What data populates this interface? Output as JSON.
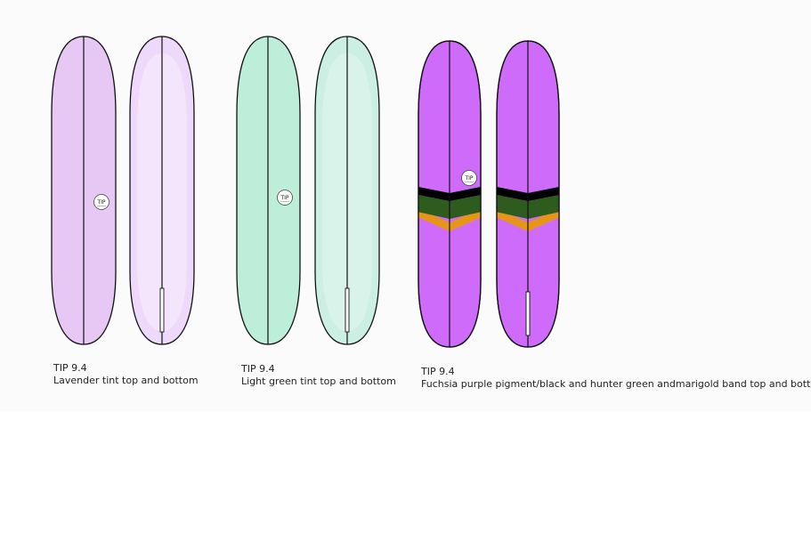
{
  "designs": [
    {
      "model": "TIP 9.4",
      "description": "Lavender tint top and bottom",
      "top_color": "#e7c8f5",
      "bottom_color": "#efd9fa",
      "bottom_inner_color": "#f4e4fc",
      "logo_text": "TIP",
      "band": null
    },
    {
      "model": "TIP 9.4",
      "description": "Light green tint top and bottom",
      "top_color": "#bdeeda",
      "bottom_color": "#ccefe3",
      "bottom_inner_color": "#d9f3ea",
      "logo_text": "TIP",
      "band": null
    },
    {
      "model": "TIP 9.4",
      "description": "Fuchsia purple pigment/black and hunter green andmarigold band top and bottom",
      "top_color": "#cf6bfb",
      "bottom_color": "#cf6bfb",
      "bottom_inner_color": "#cf6bfb",
      "logo_text": "TIP",
      "band": {
        "black": "#000000",
        "green": "#2e5c1f",
        "marigold": "#e5961a"
      }
    }
  ]
}
